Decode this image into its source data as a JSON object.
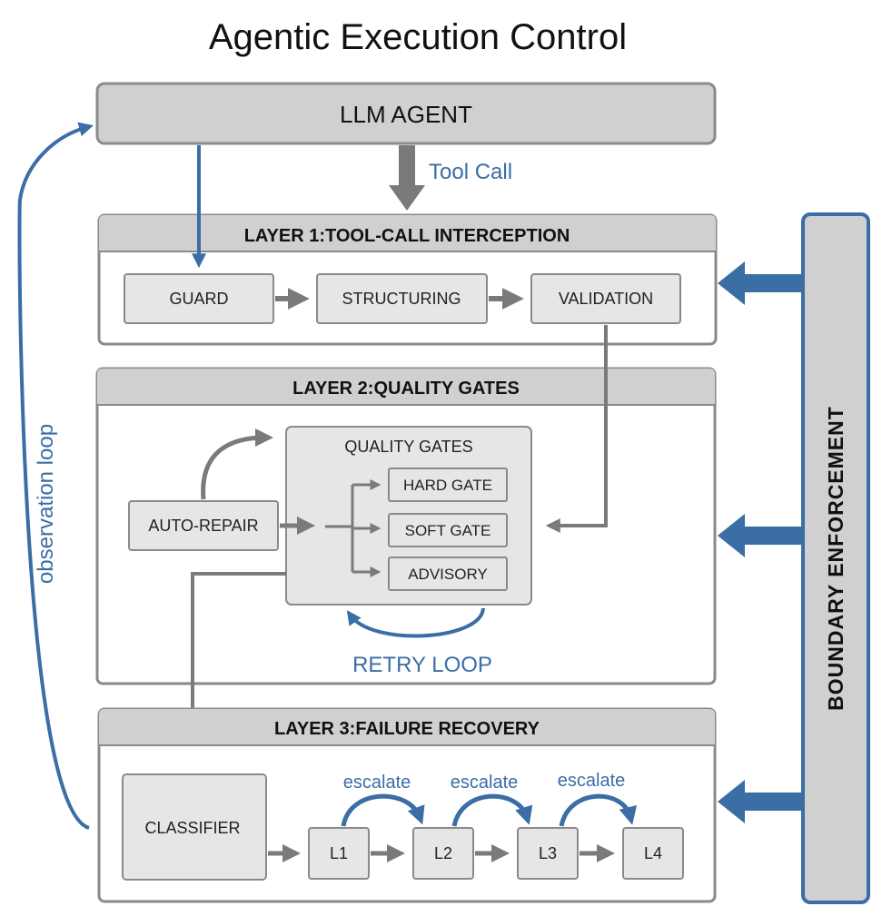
{
  "title": "Agentic Execution Control",
  "agent": {
    "label": "LLM AGENT",
    "tool_call": "Tool Call"
  },
  "observation_loop": "observation loop",
  "boundary": "BOUNDARY ENFORCEMENT",
  "layer1": {
    "title": "LAYER 1:TOOL-CALL INTERCEPTION",
    "guard": "GUARD",
    "structuring": "STRUCTURING",
    "validation": "VALIDATION"
  },
  "layer2": {
    "title": "LAYER 2:QUALITY GATES",
    "quality_gates": "QUALITY GATES",
    "hard_gate": "HARD GATE",
    "soft_gate": "SOFT GATE",
    "advisory": "ADVISORY",
    "auto_repair": "AUTO-REPAIR",
    "retry_loop": "RETRY LOOP"
  },
  "layer3": {
    "title": "LAYER 3:FAILURE RECOVERY",
    "classifier": "CLASSIFIER",
    "levels": [
      "L1",
      "L2",
      "L3",
      "L4"
    ],
    "escalate": "escalate"
  },
  "colors": {
    "blue": "#3a6ea5",
    "grey_arrow": "#7a7a7a",
    "box_fill": "#e6e6e6",
    "header_fill": "#d0d0d0",
    "border": "#8a8a8a"
  }
}
